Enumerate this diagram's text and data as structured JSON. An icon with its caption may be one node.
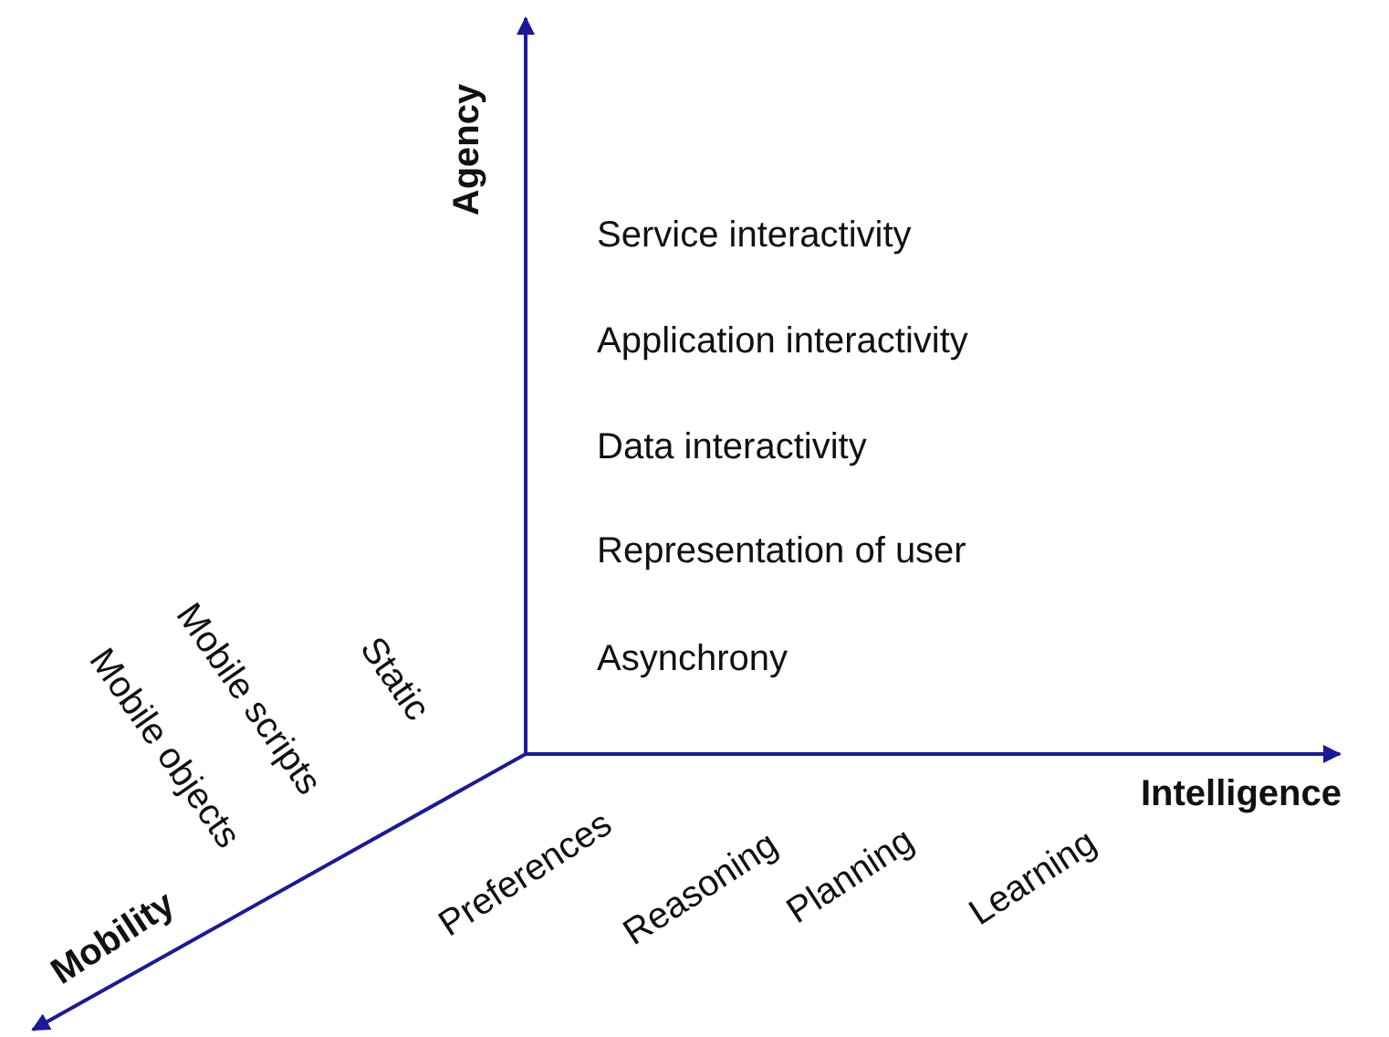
{
  "diagram": {
    "labels": [
      "Agency",
      "Service interactivity",
      "Application interactivity",
      "Data interactivity",
      "Representation of user",
      "Asynchrony",
      "Mobile objects",
      "Mobile scripts",
      "Static",
      "Intelligence",
      "Preferences",
      "Reasoning",
      "Planning",
      "Learning",
      "Mobility"
    ]
  }
}
